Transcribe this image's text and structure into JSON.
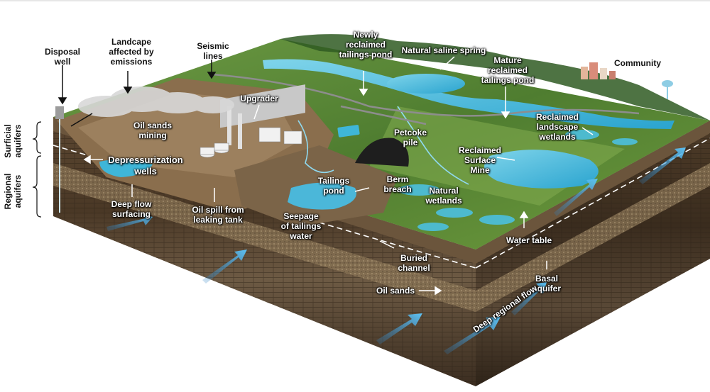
{
  "labels": {
    "disposal_well": "Disposal\nwell",
    "landscape_emissions": "Landcape\naffected by\nemissions",
    "seismic_lines": "Seismic\nlines",
    "newly_reclaimed": "Newly\nreclaimed\ntailings pond",
    "natural_saline_spring": "Natural saline spring",
    "mature_reclaimed": "Mature\nreclaimed\ntailings pond",
    "community": "Community",
    "surficial_aquifers": "Surficial\naquifers",
    "regional_aquifers": "Regional\naquifers",
    "upgrader": "Upgrader",
    "oil_sands_mining": "Oil sands\nmining",
    "petcoke_pile": "Petcoke\npile",
    "reclaimed_landscape_wetlands": "Reclaimed\nlandscape\nwetlands",
    "reclaimed_surface_mine": "Reclaimed\nSurface\nMine",
    "depressurization_wells": "Depressurization\nwells",
    "tailings_pond": "Tailings\npond",
    "berm_breach": "Berm\nbreach",
    "natural_wetlands": "Natural\nwetlands",
    "deep_flow_surfacing": "Deep flow\nsurfacing",
    "oil_spill": "Oil spill from\nleaking tank",
    "seepage": "Seepage\nof tailings\nwater",
    "water_table": "Water table",
    "buried_channel": "Buried\nchannel",
    "basal_aquifer": "Basal\naquifer",
    "oil_sands": "Oil sands",
    "deep_regional_flow": "Deep regional flow"
  },
  "colors": {
    "grass": "#5f8f3a",
    "grass_light": "#8cb35a",
    "forest": "#2f5a22",
    "water": "#3fb6d8",
    "soil_dark": "#3a2c1e",
    "soil_mid": "#6b5232",
    "sand_layer": "#8a7356",
    "aquifer_arrow": "#4aa8e0"
  }
}
